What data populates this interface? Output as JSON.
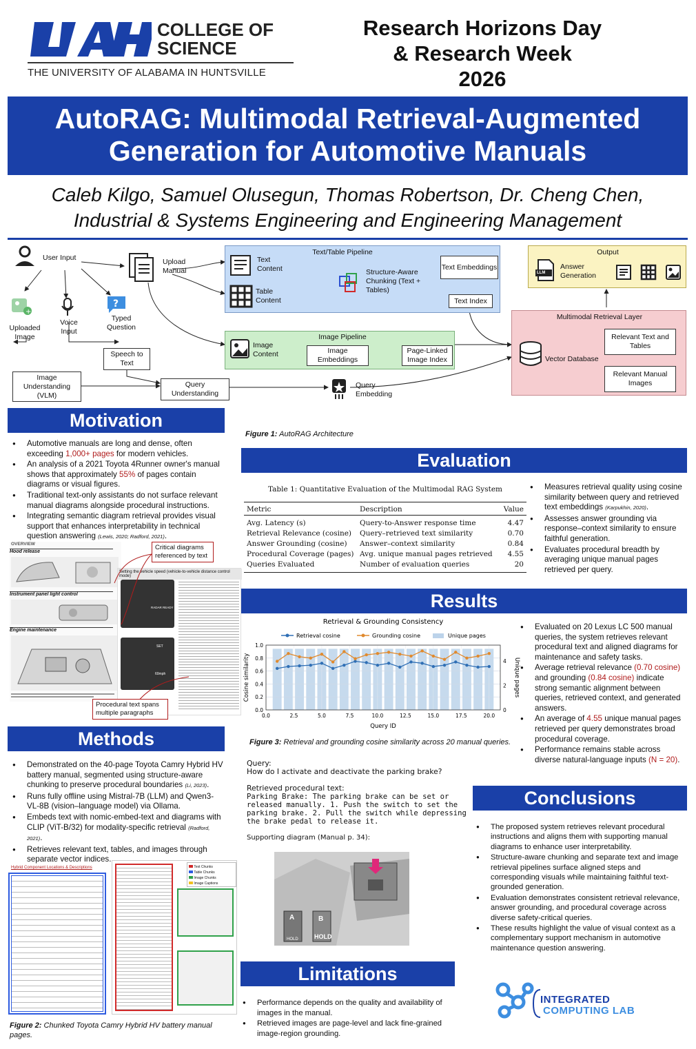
{
  "header": {
    "college_line1": "COLLEGE OF",
    "college_line2": "SCIENCE",
    "university": "THE UNIVERSITY OF ALABAMA IN HUNTSVILLE",
    "event_line1": "Research Horizons Day",
    "event_line2": "& Research Week",
    "event_line3": "2026"
  },
  "title": {
    "line1": "AutoRAG: Multimodal Retrieval-Augmented",
    "line2": "Generation for Automotive Manuals"
  },
  "authors": {
    "line1": "Caleb Kilgo, Samuel Olusegun, Thomas Robertson, Dr. Cheng Chen,",
    "line2": "Industrial & Systems Engineering and Engineering Management"
  },
  "architecture": {
    "user_input": "User Input",
    "uploaded_image": "Uploaded Image",
    "voice_input": "Voice Input",
    "typed_question": "Typed Question",
    "upload_manual": "Upload Manual",
    "speech_to_text": "Speech to Text",
    "image_understanding": "Image Understanding (VLM)",
    "query_understanding": "Query Understanding",
    "query_embedding": "Query Embedding",
    "text_table_pipeline": "Text/Table Pipeline",
    "text_content": "Text Content",
    "table_content": "Table Content",
    "structure_chunking": "Structure-Aware Chunking (Text + Tables)",
    "text_embeddings": "Text Embeddings",
    "text_index": "Text Index",
    "image_pipeline": "Image Pipeline",
    "image_content": "Image Content",
    "image_embeddings": "Image Embeddings",
    "page_linked_index": "Page-Linked Image Index",
    "output": "Output",
    "answer_generation": "Answer Generation",
    "llm_badge": "LLM",
    "multimodal_layer": "Multimodal Retrieval Layer",
    "vector_database": "Vector Database",
    "relevant_text_tables": "Relevant Text and Tables",
    "relevant_images": "Relevant Manual Images",
    "figure_caption_label": "Figure 1:",
    "figure_caption": "AutoRAG Architecture"
  },
  "motivation": {
    "heading": "Motivation",
    "bullets": [
      {
        "pre": "Automotive manuals are long and dense, often exceeding ",
        "hl": "1,000+ pages",
        "post": " for modern vehicles."
      },
      {
        "pre": "An analysis of a 2021 Toyota 4Runner owner's manual shows that approximately ",
        "hl": "55%",
        "post": " of pages contain diagrams or visual figures."
      },
      {
        "pre": "Traditional text-only assistants do not surface relevant manual diagrams alongside procedural instructions.",
        "hl": "",
        "post": ""
      },
      {
        "pre": "Integrating semantic diagram retrieval provides visual support that enhances interpretability in technical question answering ",
        "hl": "",
        "post": "",
        "cite": "(Lewis, 2020; Radford, 2021)",
        "tail": "."
      }
    ],
    "manual_sections": [
      "OVERVIEW",
      "Hood release",
      "Instrument panel light control",
      "Engine maintenance"
    ],
    "manual_side_title": "Setting the vehicle speed (vehicle-to-vehicle distance control mode)",
    "callout_top": "Critical diagrams referenced by text",
    "callout_bottom": "Procedural text spans multiple paragraphs",
    "dash_label1": "RADAR READY",
    "dash_label2": "SET",
    "dash_label3": "60mph"
  },
  "methods": {
    "heading": "Methods",
    "bullets": [
      {
        "text": "Demonstrated on the 40-page Toyota Camry Hybrid HV battery manual, segmented using structure-aware chunking to preserve procedural boundaries ",
        "cite": "(Li, 2023)",
        "tail": "."
      },
      {
        "text": "Runs fully offline using Mistral-7B (LLM) and Qwen3-VL-8B (vision–language model) via Ollama.",
        "cite": "",
        "tail": ""
      },
      {
        "text": "Embeds text with nomic-embed-text and diagrams with CLIP (ViT-B/32) for modality-specific retrieval ",
        "cite": "(Radford, 2021)",
        "tail": "."
      },
      {
        "text": "Retrieves relevant text, tables, and images through separate vector indices.",
        "cite": "",
        "tail": ""
      }
    ],
    "legend": [
      "Text Chunks",
      "Table Chunks",
      "Image Chunks",
      "Image Captions"
    ],
    "chunk_table_title": "Hybrid Component Locations & Descriptions",
    "figure_caption_label": "Figure 2:",
    "figure_caption": "Chunked Toyota Camry Hybrid HV battery manual pages."
  },
  "evaluation": {
    "heading": "Evaluation",
    "table_title_label": "Table 1:",
    "table_title": "Quantitative Evaluation of the Multimodal RAG System",
    "columns": [
      "Metric",
      "Description",
      "Value"
    ],
    "rows": [
      [
        "Avg. Latency (s)",
        "Query-to-Answer response time",
        "4.47"
      ],
      [
        "Retrieval Relevance (cosine)",
        "Query–retrieved text similarity",
        "0.70"
      ],
      [
        "Answer Grounding (cosine)",
        "Answer–context similarity",
        "0.84"
      ],
      [
        "Procedural Coverage (pages)",
        "Avg. unique manual pages retrieved",
        "4.55"
      ],
      [
        "Queries Evaluated",
        "Number of evaluation queries",
        "20"
      ]
    ],
    "bullets": [
      {
        "text": "Measures retrieval quality using cosine similarity between query and retrieved text embeddings ",
        "cite": "(Karpukhin, 2020)",
        "tail": "."
      },
      {
        "text": "Assesses answer grounding via response–context similarity to ensure faithful generation.",
        "cite": "",
        "tail": ""
      },
      {
        "text": "Evaluates procedural breadth by averaging unique manual pages retrieved per query.",
        "cite": "",
        "tail": ""
      }
    ]
  },
  "results": {
    "heading": "Results",
    "figure_caption_label": "Figure 3:",
    "figure_caption": "Retrieval and grounding cosine similarity across 20 manual queries.",
    "bullets": [
      {
        "pre": "Evaluated on 20 Lexus LC 500 manual queries, the system retrieves relevant procedural text and aligned diagrams for maintenance and safety tasks.",
        "hl": "",
        "post": ""
      },
      {
        "pre": "Average retrieval relevance ",
        "hl": "(0.70 cosine)",
        "post": " and grounding ",
        "hl2": "(0.84 cosine)",
        "post2": " indicate strong semantic alignment between queries, retrieved context, and generated answers."
      },
      {
        "pre": "An average of ",
        "hl": "4.55",
        "post": " unique manual pages retrieved per query demonstrates broad procedural coverage."
      },
      {
        "pre": "Performance remains stable across diverse natural-language inputs ",
        "hl": "(N = 20)",
        "post": "."
      }
    ],
    "query_label": "Query:",
    "query_text": "How do I activate and deactivate the parking brake?",
    "retrieved_label": "Retrieved procedural text:",
    "retrieved_text": "Parking Brake: The parking brake can be set or released manually. 1. Push the switch to set the parking brake. 2. Pull the switch while depressing the brake pedal to release it.",
    "diagram_label": "Supporting diagram (Manual p. 34):",
    "diagram_a": "A",
    "diagram_b": "B",
    "diagram_hold1": "HOLD",
    "diagram_hold2": "HOLD"
  },
  "chart_data": {
    "type": "line",
    "title": "Retrieval & Grounding Consistency",
    "xlabel": "Query ID",
    "ylabel": "Cosine similarity",
    "y2label": "Unique pages",
    "xlim": [
      0,
      21
    ],
    "ylim": [
      0,
      1.0
    ],
    "y2lim": [
      0,
      5.3
    ],
    "xticks": [
      0.0,
      2.5,
      5.0,
      7.5,
      10.0,
      12.5,
      15.0,
      17.5,
      20.0
    ],
    "yticks": [
      0.0,
      0.2,
      0.4,
      0.6,
      0.8,
      1.0
    ],
    "y2ticks": [
      0,
      2,
      4
    ],
    "legend_position": "top",
    "x": [
      1,
      2,
      3,
      4,
      5,
      6,
      7,
      8,
      9,
      10,
      11,
      12,
      13,
      14,
      15,
      16,
      17,
      18,
      19,
      20
    ],
    "series": [
      {
        "name": "Retrieval cosine",
        "kind": "line",
        "color": "#2f6fb5",
        "values": [
          0.64,
          0.67,
          0.68,
          0.69,
          0.72,
          0.64,
          0.69,
          0.75,
          0.73,
          0.69,
          0.72,
          0.66,
          0.74,
          0.72,
          0.67,
          0.69,
          0.74,
          0.69,
          0.66,
          0.67
        ]
      },
      {
        "name": "Grounding cosine",
        "kind": "line",
        "color": "#e08a2e",
        "values": [
          0.75,
          0.87,
          0.82,
          0.8,
          0.86,
          0.74,
          0.9,
          0.79,
          0.85,
          0.87,
          0.89,
          0.86,
          0.83,
          0.91,
          0.83,
          0.78,
          0.89,
          0.8,
          0.83,
          0.87
        ]
      },
      {
        "name": "Unique pages",
        "kind": "bar",
        "axis": "right",
        "color": "#bcd3ea",
        "values": [
          5,
          5,
          5,
          5,
          5,
          5,
          5,
          5,
          5,
          5,
          5,
          5,
          5,
          5,
          5,
          5,
          5,
          5,
          5,
          5
        ]
      }
    ]
  },
  "conclusions": {
    "heading": "Conclusions",
    "bullets": [
      "The proposed system retrieves relevant procedural instructions and aligns them with supporting manual diagrams to enhance user interpretability.",
      "Structure-aware chunking and separate text and image retrieval pipelines surface aligned steps and corresponding visuals while maintaining faithful text-grounded generation.",
      "Evaluation demonstrates consistent retrieval relevance, answer grounding, and procedural coverage across diverse safety-critical queries.",
      "These results highlight the value of visual context as a complementary support mechanism in automotive maintenance question answering."
    ],
    "lab_line1": "INTEGRATED",
    "lab_line2": "COMPUTING LAB"
  },
  "limitations": {
    "heading": "Limitations",
    "bullets": [
      "Performance depends on the quality and availability of images in the manual.",
      "Retrieved images are page-level and lack fine-grained image-region grounding."
    ]
  },
  "colors": {
    "primary_blue": "#1a40a8",
    "highlight_red": "#b01c1c",
    "text_pipeline_bg": "#c6dcf7",
    "image_pipeline_bg": "#cdeecb",
    "retrieval_layer_bg": "#f6cdd0",
    "output_bg": "#fbf3c2"
  }
}
